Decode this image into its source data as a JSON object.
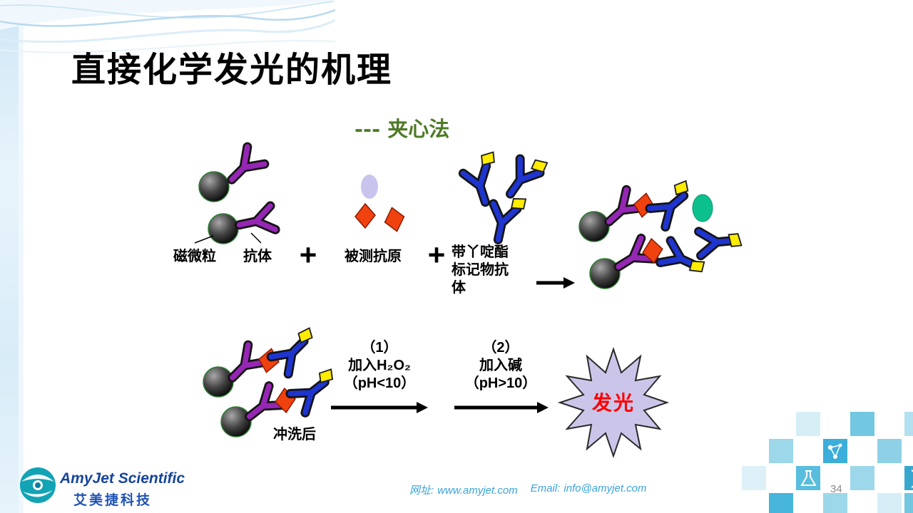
{
  "slide": {
    "title": "直接化学发光的机理",
    "subtitle": "--- 夹心法",
    "page_number": "34"
  },
  "diagram": {
    "row1": {
      "magnetic_particle_label": "磁微粒",
      "antibody_label": "抗体",
      "plus_1": "+",
      "antigen_label": "被测抗原",
      "plus_2": "+",
      "ester_lines": [
        "带丫啶酯",
        "标记物抗",
        "体"
      ]
    },
    "row2": {
      "wash_label": "冲洗后",
      "step1_lines": [
        "（1）",
        "加入H₂O₂",
        "（pH<10）"
      ],
      "step2_lines": [
        "（2）",
        "加入碱",
        "（pH>10）"
      ],
      "burst_label": "发光"
    }
  },
  "footer": {
    "brand_name": "AmyJet Scientific",
    "brand_cn": "艾美捷科技",
    "site_label": "网址:",
    "site_url": "www.amyjet.com",
    "email_label": "Email:",
    "email": "info@amyjet.com"
  },
  "icons": {
    "logo": "globe-swirl-icon",
    "mosaic": [
      "molecule-icon",
      "flask-icon",
      "dna-icon"
    ]
  },
  "colors": {
    "subtitle_green": "#4f7a28",
    "burst_text_red": "#fe0000",
    "burst_fill": "#cbc6e9",
    "brand_blue": "#16449c",
    "footer_text_blue": "#3aa3dc",
    "antibody_purple": "#9626b4",
    "antibody_blue": "#1f35cf",
    "antigen_red": "#f0420f",
    "ester_tag_yellow": "#ffec00",
    "antigen_lavender": "#c9c4ee",
    "green_antigen": "#0cc08e"
  }
}
